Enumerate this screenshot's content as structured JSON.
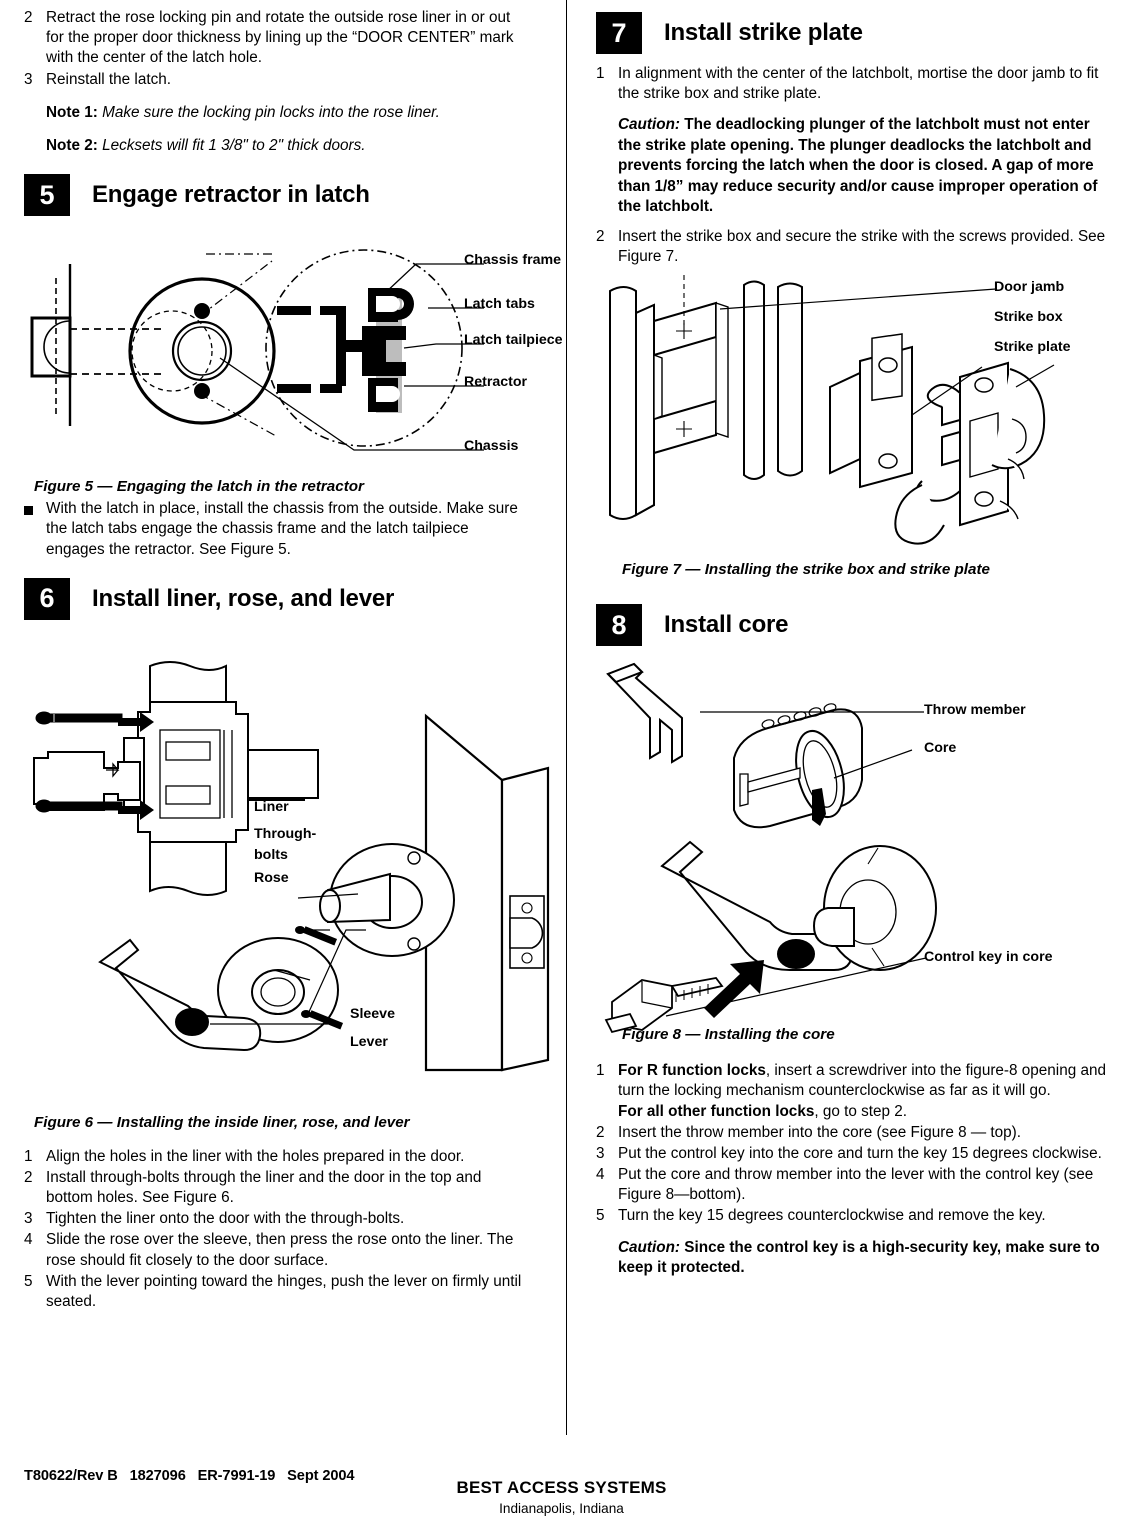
{
  "left_column": {
    "top_steps": [
      {
        "num": "2",
        "text": "Retract the rose locking pin and rotate the outside rose liner in or out for the proper door thickness by lining up the “DOOR CENTER” mark with the center of the latch hole."
      },
      {
        "num": "3",
        "text": "Reinstall the latch."
      }
    ],
    "note1_label": "Note 1:",
    "note1_text": "Make sure the locking pin locks into the rose liner.",
    "note2_label": "Note 2:",
    "note2_text": "Lecksets will fit 1 3/8\" to 2\" thick doors.",
    "step5": {
      "number": "5",
      "title": "Engage retractor in latch",
      "figure_caption": "Figure 5 — Engaging the latch in the retractor",
      "callouts": [
        "Chassis frame",
        "Latch tabs",
        "Latch tailpiece",
        "Retractor",
        "Chassis"
      ]
    },
    "bullet_text": "With the latch in place, install the chassis from the outside. Make sure the latch tabs engage the chassis frame and the latch tailpiece engages the retractor. See Figure 5.",
    "step6": {
      "number": "6",
      "title": "Install liner, rose, and lever",
      "figure_caption": "Figure 6 — Installing the inside liner, rose, and lever",
      "callouts": [
        "Liner",
        "Through-",
        "bolts",
        "Rose",
        "Sleeve",
        "Lever"
      ],
      "steps": [
        {
          "num": "1",
          "text": "Align the holes in the liner with the holes prepared in the door."
        },
        {
          "num": "2",
          "text": "Install through-bolts through the liner and the door in the top and bottom holes. See Figure 6."
        },
        {
          "num": "3",
          "text": "Tighten the liner onto the door with the through-bolts."
        },
        {
          "num": "4",
          "text": "Slide the rose over the sleeve, then press the rose onto the liner. The rose should fit closely to the door surface."
        },
        {
          "num": "5",
          "text": "With the lever pointing toward the hinges, push the lever on firmly until seated."
        }
      ]
    }
  },
  "right_column": {
    "step7": {
      "number": "7",
      "title": "Install strike plate",
      "step1": {
        "num": "1",
        "text": "In alignment with the center of the latchbolt, mortise the door jamb to fit the strike box and strike plate."
      },
      "caution_label": "Caution:",
      "caution_text": "The deadlocking plunger of the latchbolt must not enter the strike plate opening. The plunger deadlocks the latchbolt and prevents forcing the latch when the door is closed. A gap of more than 1/8” may reduce security and/or cause improper operation of the latchbolt.",
      "step2": {
        "num": "2",
        "text": "Insert the strike box and secure the strike with the screws provided. See Figure 7."
      },
      "figure_caption": "Figure 7 — Installing the strike box and strike plate",
      "callouts": [
        "Door jamb",
        "Strike box",
        "Strike plate"
      ]
    },
    "step8": {
      "number": "8",
      "title": "Install core",
      "figure_caption": "Figure 8 — Installing the core",
      "callouts": [
        "Throw member",
        "Core",
        "Control key in core"
      ],
      "steps": [
        {
          "num": "1",
          "bold1": "For R function locks",
          "text1": ", insert a screwdriver into the figure-8 opening and turn the locking mechanism counterclockwise as far as it will go.",
          "bold2": "For all other function locks",
          "text2": ", go to step 2."
        },
        {
          "num": "2",
          "text": "Insert the throw member into the core (see Figure 8 — top)."
        },
        {
          "num": "3",
          "text": "Put the control key into the core and turn the key 15 degrees clockwise."
        },
        {
          "num": "4",
          "text": "Put the core and throw member into the lever with the control key (see Figure 8—bottom)."
        },
        {
          "num": "5",
          "text": "Turn the key 15 degrees counterclockwise and remove the key."
        }
      ],
      "caution_label": "Caution:",
      "caution_text": "Since the control key is a high-security key, make sure to keep it protected."
    }
  },
  "footer": {
    "doc_code": "T80622/Rev B",
    "part_number": "1827096",
    "er_number": "ER-7991-19",
    "date": "Sept 2004",
    "company": "BEST ACCESS SYSTEMS",
    "location": "Indianapolis, Indiana"
  }
}
